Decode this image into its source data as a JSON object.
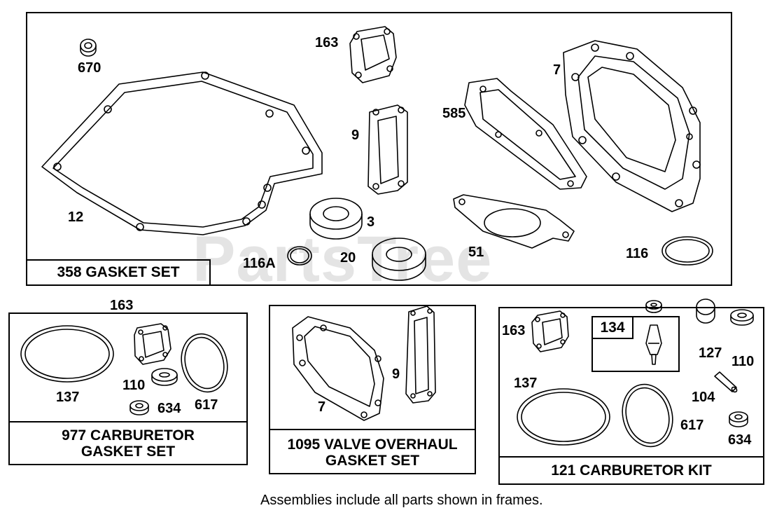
{
  "watermark": "PartsTree",
  "frames": {
    "gasket_set": {
      "caption": "358 GASKET SET"
    },
    "carb_gasket_set": {
      "caption_line1": "977 CARBURETOR",
      "caption_line2": "GASKET SET"
    },
    "valve_overhaul": {
      "caption_line1": "1095 VALVE OVERHAUL",
      "caption_line2": "GASKET SET"
    },
    "carb_kit": {
      "caption": "121 CARBURETOR KIT",
      "inner_label": "134"
    }
  },
  "callouts": {
    "p670": "670",
    "p163a": "163",
    "p7a": "7",
    "p585": "585",
    "p9a": "9",
    "p12": "12",
    "p3": "3",
    "p20": "20",
    "p116a": "116A",
    "p51": "51",
    "p116": "116",
    "p163b": "163",
    "p137a": "137",
    "p110a": "110",
    "p634a": "634",
    "p617a": "617",
    "p7b": "7",
    "p9b": "9",
    "p163c": "163",
    "p127": "127",
    "p110b": "110",
    "p137b": "137",
    "p104": "104",
    "p617b": "617",
    "p634b": "634"
  },
  "note": "Assemblies include all parts shown in frames."
}
